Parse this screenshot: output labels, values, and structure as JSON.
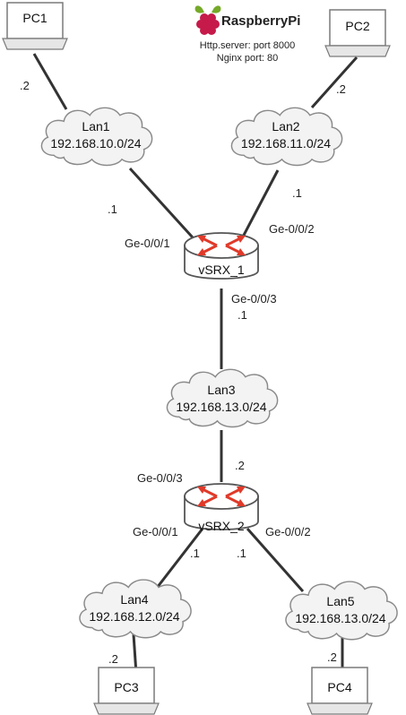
{
  "raspberry": {
    "brand": "RaspberryPi",
    "line1": "Http.server: port 8000",
    "line2": "Nginx port: 80",
    "logo_color": "#c51a4a",
    "logo_leaf_color": "#75a928"
  },
  "pcs": {
    "pc1": "PC1",
    "pc2": "PC2",
    "pc3": "PC3",
    "pc4": "PC4"
  },
  "lans": {
    "lan1": {
      "name": "Lan1",
      "subnet": "192.168.10.0/24"
    },
    "lan2": {
      "name": "Lan2",
      "subnet": "192.168.11.0/24"
    },
    "lan3": {
      "name": "Lan3",
      "subnet": "192.168.13.0/24"
    },
    "lan4": {
      "name": "Lan4",
      "subnet": "192.168.12.0/24"
    },
    "lan5": {
      "name": "Lan5",
      "subnet": "192.168.13.0/24"
    }
  },
  "routers": {
    "r1": "vSRX_1",
    "r2": "vSRX_2",
    "arrow_color": "#e03a2a"
  },
  "labels": {
    "pc1_host": ".2",
    "pc2_host": ".2",
    "lan1_r1_host": ".1",
    "lan2_r1_host": ".1",
    "r1_ge001": "Ge-0/0/1",
    "r1_ge002": "Ge-0/0/2",
    "r1_ge003": "Ge-0/0/3",
    "r1_lan3_host": ".1",
    "r2_ge003": "Ge-0/0/3",
    "r2_lan3_host": ".2",
    "r2_ge001": "Ge-0/0/1",
    "r2_ge002": "Ge-0/0/2",
    "r2_lan4_host": ".1",
    "r2_lan5_host": ".1",
    "pc3_host": ".2",
    "pc4_host": ".2"
  }
}
